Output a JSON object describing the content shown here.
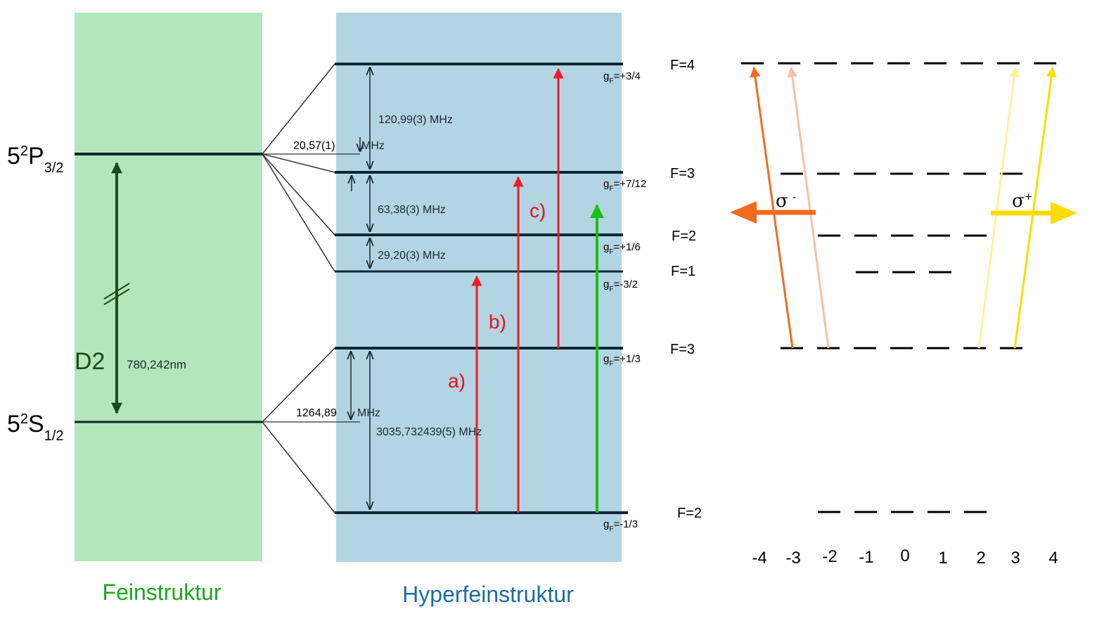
{
  "sections": {
    "fine": "Feinstruktur",
    "hyperfine": "Hyperfeinstruktur"
  },
  "fine_levels": {
    "upper_main": "5",
    "upper_sup": "2",
    "upper_letter": "P",
    "upper_sub": "3/2",
    "lower_main": "5",
    "lower_sup": "2",
    "lower_letter": "S",
    "lower_sub": "1/2"
  },
  "transition": {
    "name": "D2",
    "wavelength": "780,242nm"
  },
  "splittings": {
    "p_offset": "20,57(1)",
    "p_offset_unit": "MHz",
    "f4_f3": "120,99(3) MHz",
    "f3_f2": "63,38(3) MHz",
    "f2_f1": "29,20(3) MHz",
    "s_offset": "1264,89",
    "s_offset_unit": "MHz",
    "ground": "3035,732439(5) MHz"
  },
  "g_factors": {
    "prefix": "g",
    "sub": "F",
    "p_f4": "=+3/4",
    "p_f3": "=+7/12",
    "p_f2": "=+1/6",
    "p_f1": "=-3/2",
    "s_f3": "=+1/3",
    "s_f2": "=-1/3"
  },
  "f_labels": {
    "p_f4": "F=4",
    "p_f3": "F=3",
    "p_f2": "F=2",
    "p_f1": "F=1",
    "s_f3": "F=3",
    "s_f2": "F=2"
  },
  "transitions_labels": [
    "a)",
    "b)",
    "c)"
  ],
  "polarization": {
    "minus_sym": "σ",
    "minus_sup": "-",
    "plus_sym": "σ",
    "plus_sup": "+"
  },
  "m_values": [
    "-4",
    "-3",
    "-2",
    "-1",
    "0",
    "1",
    "2",
    "3",
    "4"
  ],
  "colors": {
    "fine_panel": "#b3e6b8",
    "hyperfine_panel": "#b3d4e3",
    "fine_title": "#1ca81c",
    "hyperfine_title": "#1c6e9c",
    "d2_arrow": "#1b4a1b",
    "level_line": "#0e2633",
    "red_arrow": "#ee1c24",
    "green_arrow": "#18c018",
    "sigma_minus": "#f26b1d",
    "sigma_minus_light": "#f7c0a3",
    "sigma_plus": "#ffdc00",
    "sigma_plus_light": "#fff299"
  }
}
